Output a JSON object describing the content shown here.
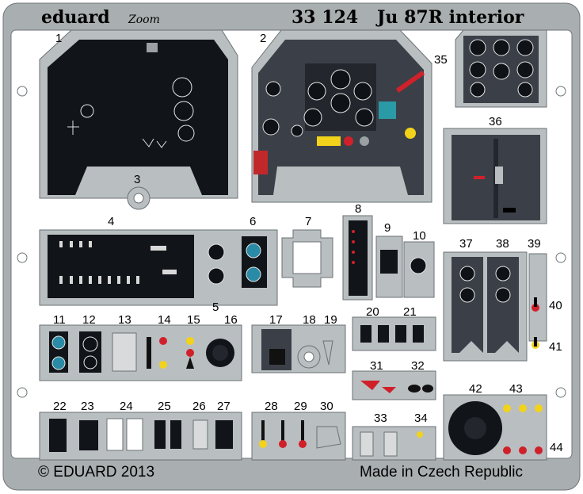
{
  "header": {
    "brand": "eduard",
    "logo_text": "Zoom",
    "set_number": "33 124",
    "title": "Ju 87R interior"
  },
  "footer": {
    "copyright": "© EDUARD 2013",
    "origin": "Made in Czech Republic"
  },
  "parts": [
    {
      "number": "1"
    },
    {
      "number": "2"
    },
    {
      "number": "3"
    },
    {
      "number": "4"
    },
    {
      "number": "5"
    },
    {
      "number": "6"
    },
    {
      "number": "7"
    },
    {
      "number": "8"
    },
    {
      "number": "9"
    },
    {
      "number": "10"
    },
    {
      "number": "11"
    },
    {
      "number": "12"
    },
    {
      "number": "13"
    },
    {
      "number": "14"
    },
    {
      "number": "15"
    },
    {
      "number": "16"
    },
    {
      "number": "17"
    },
    {
      "number": "18"
    },
    {
      "number": "19"
    },
    {
      "number": "20"
    },
    {
      "number": "21"
    },
    {
      "number": "22"
    },
    {
      "number": "23"
    },
    {
      "number": "24"
    },
    {
      "number": "25"
    },
    {
      "number": "26"
    },
    {
      "number": "27"
    },
    {
      "number": "28"
    },
    {
      "number": "29"
    },
    {
      "number": "30"
    },
    {
      "number": "31"
    },
    {
      "number": "32"
    },
    {
      "number": "33"
    },
    {
      "number": "34"
    },
    {
      "number": "35"
    },
    {
      "number": "36"
    },
    {
      "number": "37"
    },
    {
      "number": "38"
    },
    {
      "number": "39"
    },
    {
      "number": "40"
    },
    {
      "number": "41"
    },
    {
      "number": "42"
    },
    {
      "number": "43"
    },
    {
      "number": "44"
    }
  ],
  "colors": {
    "fret": "#a9aeb0",
    "part": "#b9bec1",
    "panel_black": "#111418",
    "panel_grey": "#3b4048",
    "red": "#d0202a",
    "yellow": "#f2d21a"
  }
}
